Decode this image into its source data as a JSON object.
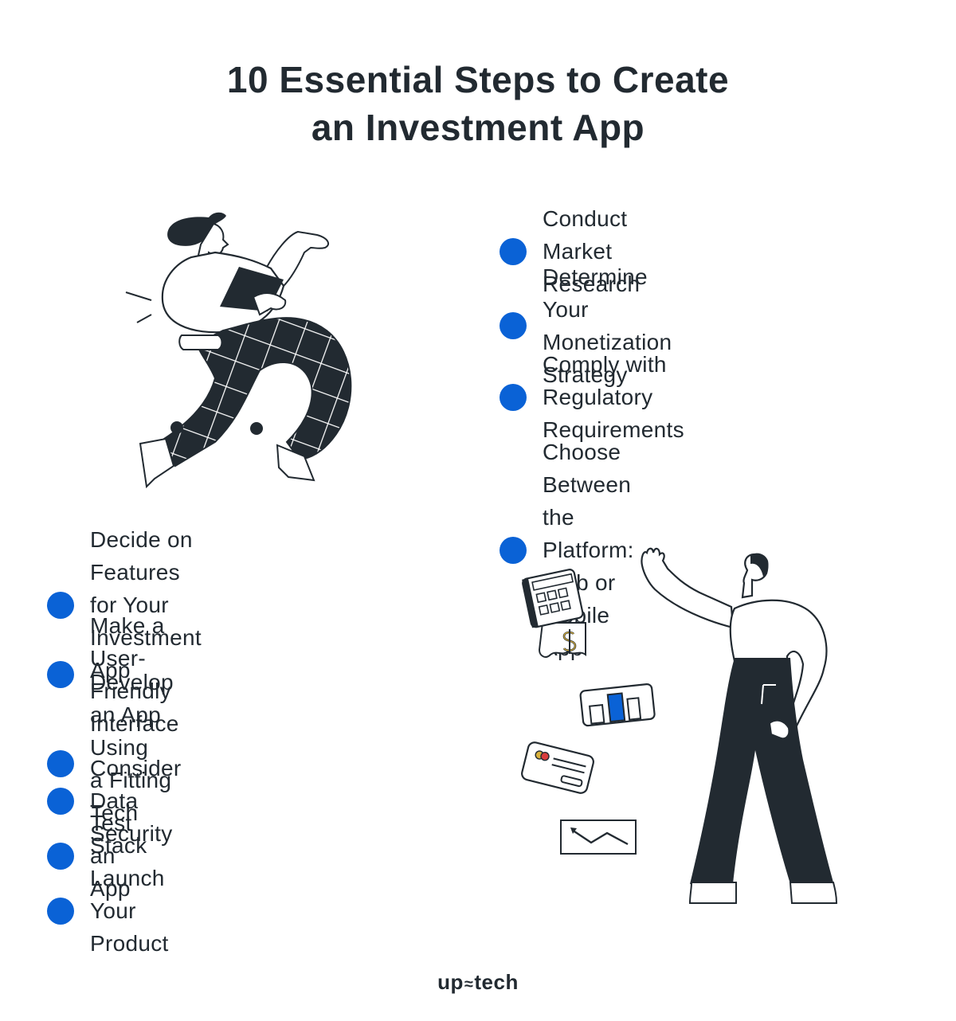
{
  "title": {
    "line1": "10 Essential Steps to Create",
    "line2": "an Investment App"
  },
  "steps_right": [
    {
      "label": "Conduct Market Research"
    },
    {
      "label": "Determine Your Monetization\nStrategy"
    },
    {
      "label": "Comply with Regulatory\nRequirements"
    },
    {
      "label": "Choose Between the Platform:\nWeb or Mobile App"
    }
  ],
  "steps_left": [
    {
      "label": "Decide on Features for Your\nInvestment App"
    },
    {
      "label": "Make a User-Friendly Interface"
    },
    {
      "label": "Develop an App Using\na Fitting Tech Stack"
    },
    {
      "label": "Consider Data Security"
    },
    {
      "label": "Test an App"
    },
    {
      "label": "Launch Your Product"
    }
  ],
  "logo": {
    "left": "up",
    "right": "tech",
    "mark": "≈"
  },
  "colors": {
    "accent": "#0a62d6",
    "ink": "#222a31",
    "background": "#ffffff"
  },
  "icons": [
    "woman-jumping-illustration",
    "calculator-icon",
    "dollar-icon",
    "bar-chart-card-icon",
    "credit-card-icon",
    "line-chart-icon",
    "man-standing-illustration"
  ]
}
